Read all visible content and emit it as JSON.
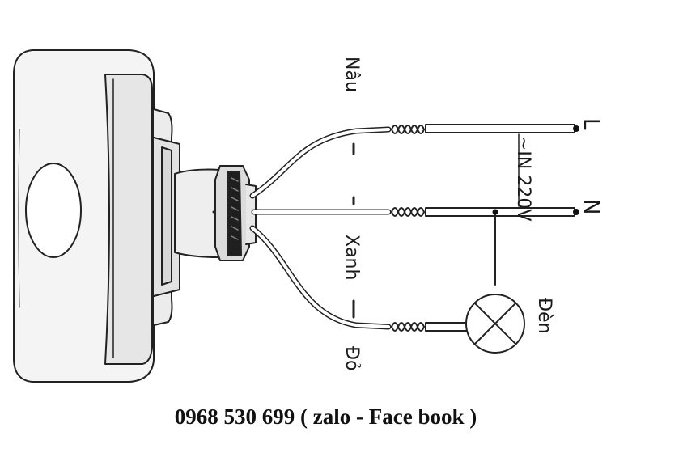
{
  "labels": {
    "brown_wire": "Nâu",
    "blue_wire": "Xanh",
    "red_wire": "Đỏ",
    "supply": "~IN 220V",
    "line": "L",
    "neutral": "N",
    "lamp": "Đèn"
  },
  "footer": {
    "contact": "0968 530 699  ( zalo - Face book )"
  },
  "colors": {
    "ink": "#1a1a1a",
    "background": "#ffffff"
  }
}
